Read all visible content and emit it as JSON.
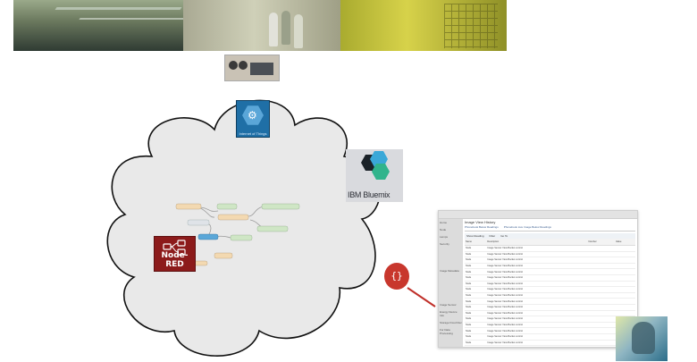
{
  "iot_tile": {
    "label": "Internet of Things",
    "icon": "gears-icon"
  },
  "bluemix": {
    "label": "IBM Bluemix",
    "icon": "hexagon-logo-icon"
  },
  "nodered": {
    "label": "Node-RED",
    "icon": "node-red-flow-icon"
  },
  "json_badge": {
    "label": "{}"
  },
  "dashboard": {
    "title": "Image View History",
    "tabs": [
      "Phonebook Below Readings",
      "Phonebook Live Image Below Readings"
    ],
    "toolbar": [
      "Show Reading",
      "Filter",
      "Go To"
    ],
    "columns": [
      "Name",
      "Description",
      "Number",
      "Value"
    ],
    "rows": [
      [
        "Node",
        "Image Sensor View Bucket control",
        "",
        ""
      ],
      [
        "Node",
        "Image Sensor View Bucket control",
        "",
        ""
      ],
      [
        "Node",
        "Image Sensor View Bucket control",
        "",
        ""
      ],
      [
        "Node",
        "Image Sensor View Bucket control",
        "",
        ""
      ],
      [
        "Node",
        "Image Sensor View Bucket control",
        "",
        ""
      ],
      [
        "Node",
        "Image Sensor View Bucket control",
        "",
        ""
      ],
      [
        "Node",
        "Image Sensor View Bucket control",
        "",
        ""
      ],
      [
        "Node",
        "Image Sensor View Bucket control",
        "",
        ""
      ],
      [
        "Node",
        "Image Sensor View Bucket control",
        "",
        ""
      ],
      [
        "Node",
        "Image Sensor View Bucket control",
        "",
        ""
      ],
      [
        "Node",
        "Image Sensor View Bucket control",
        "",
        ""
      ],
      [
        "Node",
        "Image Sensor View Bucket control",
        "",
        ""
      ],
      [
        "Node",
        "Image Sensor View Bucket control",
        "",
        ""
      ],
      [
        "Node",
        "Image Sensor View Bucket control",
        "",
        ""
      ],
      [
        "Node",
        "Image Sensor View Bucket control",
        "",
        ""
      ],
      [
        "Node",
        "Image Sensor View Bucket control",
        "",
        ""
      ],
      [
        "Node",
        "Image Sensor View Bucket control",
        "",
        ""
      ],
      [
        "Node",
        "Image Sensor View Bucket control",
        "",
        ""
      ],
      [
        "Node",
        "Image Sensor View Bucket control",
        "",
        ""
      ],
      [
        "Node",
        "Image Sensor View Bucket control",
        "",
        ""
      ]
    ],
    "sidebar": [
      "Home",
      "Node",
      "Lamps",
      "Security",
      "Image Metadata",
      "Image Sensor",
      "Energy Device Info",
      "Storage Fixed Rec",
      "For Data Processing"
    ]
  },
  "colors": {
    "cloud_fill": "#e9e9e9",
    "cloud_stroke": "#111111",
    "connector": "#c0302a",
    "nodered_red": "#8c1b1b"
  }
}
